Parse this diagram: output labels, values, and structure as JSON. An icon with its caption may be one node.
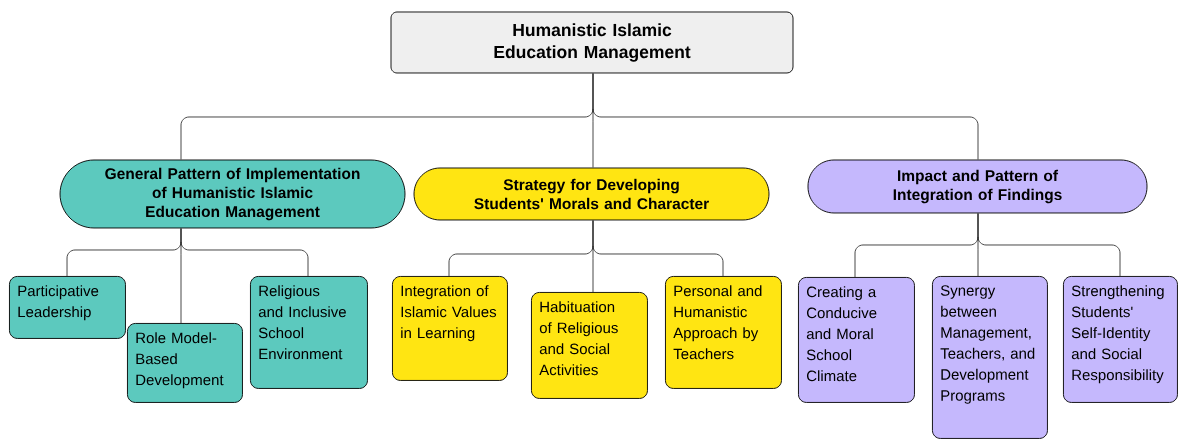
{
  "diagram": {
    "nodes": [
      {
        "text": [
          "Humanistic Islamic Education Management"
        ]
      },
      {
        "text": [
          "General Pattern of Implementation of Humanistic Islamic Education Management"
        ]
      },
      {
        "text": [
          "Strategy for Developing Students' Morals and Character"
        ]
      },
      {
        "text": [
          "Impact and Pattern of Integration of Findings"
        ]
      },
      {
        "text": [
          "Participative Leadership"
        ]
      },
      {
        "text": [
          "Role Model-Based Development"
        ]
      },
      {
        "text": [
          "Religious and Inclusive School Environment"
        ]
      },
      {
        "text": [
          "Integration of Islamic Values in Learning"
        ]
      },
      {
        "text": [
          "Habituation of Religious and Social Activities"
        ]
      },
      {
        "text": [
          "Personal and Humanistic Approach by Teachers"
        ]
      },
      {
        "text": [
          "Creating a Conducive and Moral School Climate"
        ]
      },
      {
        "text": [
          "Synergy between Management, Teachers, and Development Programs"
        ]
      },
      {
        "text": [
          "Strengthening Students' Self-Identity and Social Responsibility"
        ]
      }
    ],
    "edges": [
      {
        "from": 0,
        "to": 1,
        "arrow": "none"
      },
      {
        "from": 0,
        "to": 2,
        "arrow": "none"
      },
      {
        "from": 0,
        "to": 3,
        "arrow": "none"
      },
      {
        "from": 1,
        "to": 4,
        "arrow": "none"
      },
      {
        "from": 1,
        "to": 5,
        "arrow": "none"
      },
      {
        "from": 1,
        "to": 6,
        "arrow": "none"
      },
      {
        "from": 2,
        "to": 7,
        "arrow": "none"
      },
      {
        "from": 2,
        "to": 8,
        "arrow": "none"
      },
      {
        "from": 2,
        "to": 9,
        "arrow": "none"
      },
      {
        "from": 3,
        "to": 10,
        "arrow": "none"
      },
      {
        "from": 3,
        "to": 11,
        "arrow": "none"
      },
      {
        "from": 3,
        "to": 12,
        "arrow": "none"
      }
    ]
  }
}
